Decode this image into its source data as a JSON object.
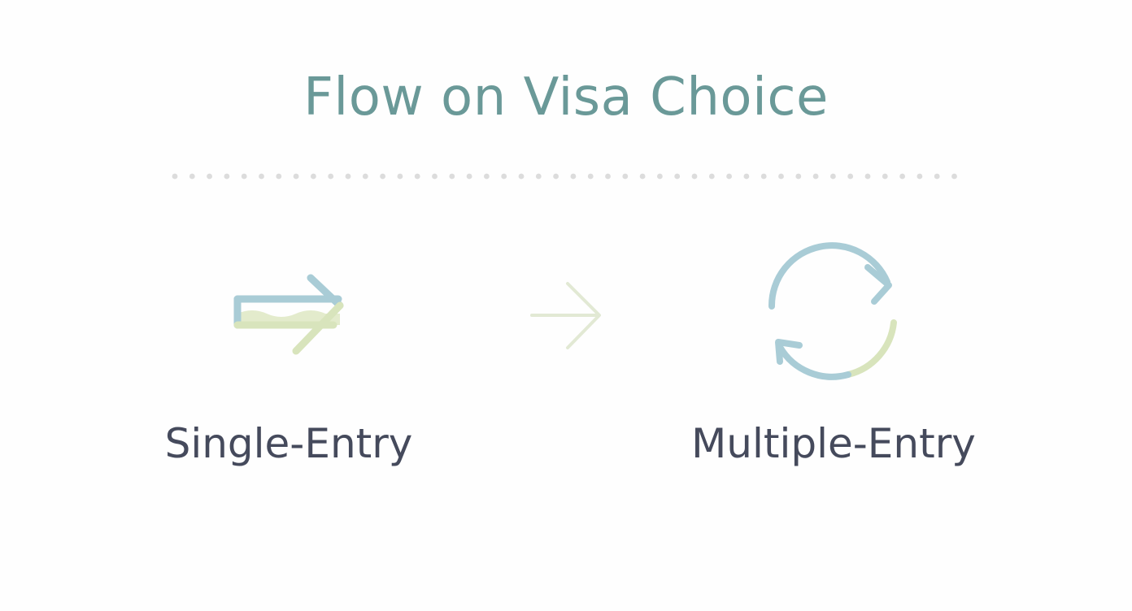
{
  "title": "Flow on Visa Choice",
  "options": [
    {
      "label": "Single-Entry",
      "icon": "single-entry-arrow-icon"
    },
    {
      "label": "Multiple-Entry",
      "icon": "cycle-arrows-icon"
    }
  ],
  "connector_icon": "right-arrow-icon",
  "colors": {
    "title": "#6a9998",
    "label": "#454a5c",
    "accent_blue": "#a9ccd6",
    "accent_green": "#d8e4bc",
    "dots": "#dcdcdc"
  }
}
